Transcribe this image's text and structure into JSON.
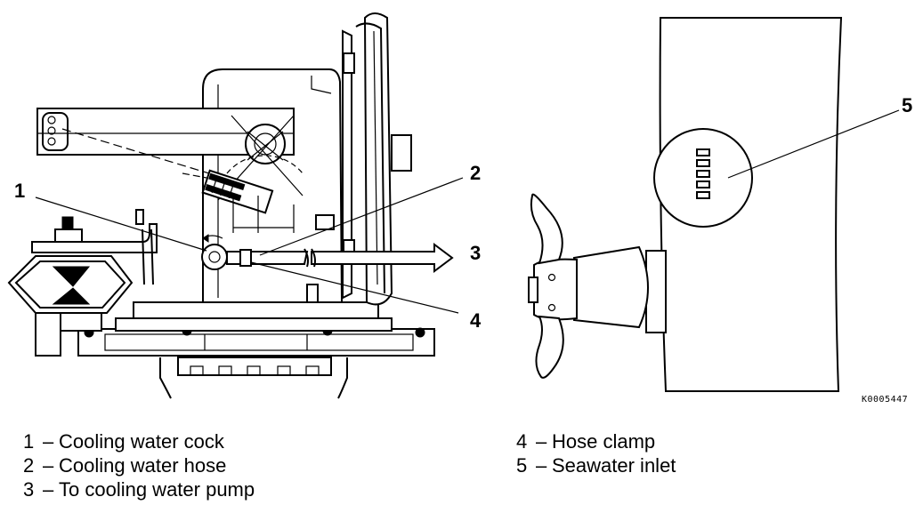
{
  "callouts": {
    "c1": "1",
    "c2": "2",
    "c3": "3",
    "c4": "4",
    "c5": "5"
  },
  "figure_code": "K0005447",
  "legend": {
    "left": [
      {
        "num": "1",
        "label": "Cooling water cock"
      },
      {
        "num": "2",
        "label": "Cooling water hose"
      },
      {
        "num": "3",
        "label": "To cooling water pump"
      }
    ],
    "right": [
      {
        "num": "4",
        "label": "Hose clamp"
      },
      {
        "num": "5",
        "label": "Seawater inlet"
      }
    ]
  }
}
